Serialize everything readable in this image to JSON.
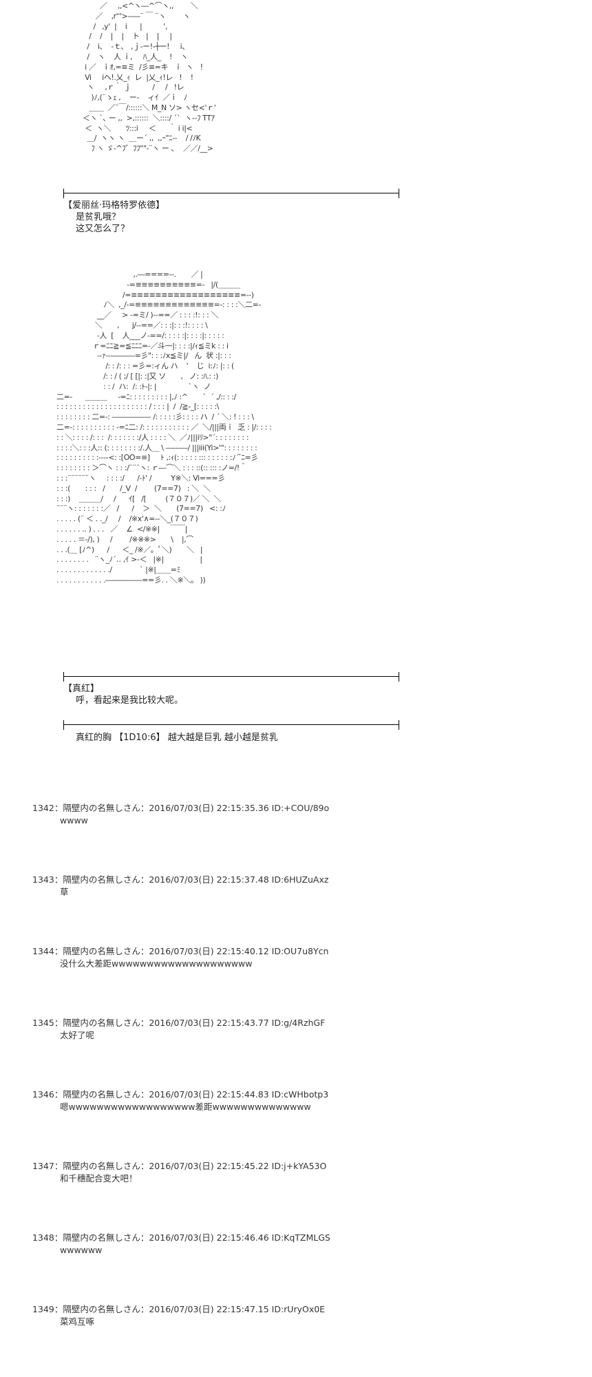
{
  "art": {
    "alice": "        ／     ,,<^ヽ―^⌒ヽ,,        ＼\n      ／    ,r'''>--―¨ ￣ ¨ヽ        ヽ\n     /   ,y'  |    i      |          ',\n   /    /    |    |    ト   |    |     |\n  /    i、  ‐ｔ､   ,ｊ-ー!-┼ー!     i、\n  /    ヽ    人 ｉ,     ﾊ_人_    !    ヽ\n i ／   ｉｵ,=≡ミ  /彡≡=キ   ｉ  ヽ   ！\n Vi     iへ!.乂_ｨ  レ  |乂_ｨ!レ   !    !\n  ヽ     ,ｒ｀ ｊ          /     /   !レ\n    )ﾉ,(¨ゝｪ ,    ー‐    ィｲ  ／ｉ   ﾉ\n   ＿＿  ／¨￣/::::::＼ M_N ソ> ヽセ<'ｒ'\n＜ヽ `､ ー ,,  >,::::::  ＼::::/ ´`  ヽ--ﾌ TTｱ\n ＜  ヽ＼       ﾂ:::i     ＜      ｀ i i|<\n  ＿/  ヽヽ ヽ  ＿ー´ ,,  ,,ｰ\"ﾆ‐-    / /ﾉK\n    ﾌ ヽ ゞ-^ﾌ゛ﾌﾌ\"\"‐¨ヽ ー ､    ／／/__>",
    "shinku": "                                    ,.―====‐-.       ／ |\n                                 -=≡≡≡≡≡≡≡≡≡≡=-   |/(＿＿＿\n                               /=≡≡≡≡≡≡≡≡≡≡≡≡≡≡≡≡≡≡=--)\n                      ﾉ＼  ,_/-=≡≡≡≡≡≡≡≡≡≡≡≡≡=-: : : :＼二=-\n                   __／     > -=ミ/ )--==／ : : : :!: : : ＼\n                  ＼       ,      j/--==／: : :|: : :!: : : : \\\n                   -人  [    人___ノ-==/: : : : :|: : : :|: : : : :\n                 ｒ=ﾆﾆ≧=≦ﾆﾆﾆ=-／斗一|: : : :|/ｨ≦ミk : : i\n                   --ｧ---―――=彡\": : :ﾉx≦ミ|/   ん  状 :|: : :\n                       /: : /: : : =彡=:ィん ハ    '    じ  i:ﾉ: |: : (\n                      /: : / ( ;/ [ [|: :|又 ソ       ,   ノ: :ﾊ.: :)\n                      : : /  ハ:  /: :ﾄ‐|: |               `ヽ  ノ\n二=-      ＿＿＿     -=ﾆ: : : : : : : : : |,ﾉ :^       `  ´ ,/:: : :/\n: : : : : : : : : : : : : : : : : : : : : / : : : |  /  /≧-_[: : : : :\\\n: : : : : : : : 二=-: ―――――‐ /: : : : :彡: : : : ハ  / ´ ＼: ! : : : \\\n二=-: : : : : : : : : : -=ﾆ二: /: : : : : : : : : : : ／  ＼/|||両ｉ  乏 : |/: : : :\n: : ＼: : : : /: : :  /: : : : : : :/人 : : : : ＼  ／ﾉ|||iﾘ>\"´: : : : : : : :\n: : : :＼: : :人:: (: : : : : : : :/.人＿ \\ ―――/ |||iii(Yi>'\": : : : : : : :\n: : : : : : : : : :-‐--<: :[OO=≡]     ﾄ ,:ｨ(: : : : : ::: : : : : : :ﾉ´ ̄ﾆ=彡\n: : : : : : : : ＞⌒ヽ : : :/¨¨¨ヽ: ｒ―⌒＼ : : : ::(:: ::: :ノ=/!＾\n: : :¨¨¨¨¨¨ヽ     : : : :/      /-ﾄ' /         Y※＼: Vi===彡\n: : :(       : : :   /       /_V  /        (7==7)   : ＼  ＼\n: : :)    ＿＿＿/     /      ｲ[   /[         (７０７)／ ＼  ＼\n¨¨¨ヽ: : : : : : :／   /      /    ＞  ＼       (7==7)   <: :ﾉ\n. . . . . (¨ ＜ . ._/     /    /※x'∧=--＼_(７０７)\n. . . . . . .. ) . . .   ／    ∠  </※※|     ￣￣|\n. . . . . ＝-/), )     /        /※※※>       \\    |,⌒\n. . .(＿ [ﾉ^)      /      ＜_ /※／。ﾟ＼)       ＼   |\n. . . . . . . .   ¨ヽ_ﾉ´‥ ,ｲ >-＜   |※|                 |\n. . . . . . . . . . . . ./             ` |※|＿＿=ﾐ\n. . . . . . . . . . . .―――――==彡. . ＼※＼。 ))"
  },
  "dialog1": {
    "speaker": "【爱丽丝·玛格特罗依德】",
    "lines": [
      "是贫乳哦？",
      "这又怎么了？"
    ]
  },
  "dialog2": {
    "speaker": "【真红】",
    "line": "呼，看起来是我比较大呢。"
  },
  "dice": "真红的胸 【1D10:6】 越大越是巨乳 越小越是贫乳",
  "posts": [
    {
      "num": "1342",
      "name": "隔壁内の名無しさん",
      "date": "2016/07/03(日) 22:15:35.36",
      "id": "ID:+COU/89o",
      "body": "wwww"
    },
    {
      "num": "1343",
      "name": "隔壁内の名無しさん",
      "date": "2016/07/03(日) 22:15:37.48",
      "id": "ID:6HUZuAxz",
      "body": "草"
    },
    {
      "num": "1344",
      "name": "隔壁内の名無しさん",
      "date": "2016/07/03(日) 22:15:40.12",
      "id": "ID:OU7u8Ycn",
      "body": "没什么大差距wwwwwwwwwwwwwwwwwwww"
    },
    {
      "num": "1345",
      "name": "隔壁内の名無しさん",
      "date": "2016/07/03(日) 22:15:43.77",
      "id": "ID:g/4RzhGF",
      "body": "太好了呢"
    },
    {
      "num": "1346",
      "name": "隔壁内の名無しさん",
      "date": "2016/07/03(日) 22:15:44.83",
      "id": "ID:cWHbotp3",
      "body": "嗯wwwwwwwwwwwwwwwwww差距wwwwwwwwwwwwww"
    },
    {
      "num": "1347",
      "name": "隔壁内の名無しさん",
      "date": "2016/07/03(日) 22:15:45.22",
      "id": "ID:j+kYA53O",
      "body": "和千穗配合变大吧！"
    },
    {
      "num": "1348",
      "name": "隔壁内の名無しさん",
      "date": "2016/07/03(日) 22:15:46.46",
      "id": "ID:KqTZMLGS",
      "body": "wwwwww"
    },
    {
      "num": "1349",
      "name": "隔壁内の名無しさん",
      "date": "2016/07/03(日) 22:15:47.15",
      "id": "ID:rUryOx0E",
      "body": "菜鸡互啄"
    }
  ]
}
